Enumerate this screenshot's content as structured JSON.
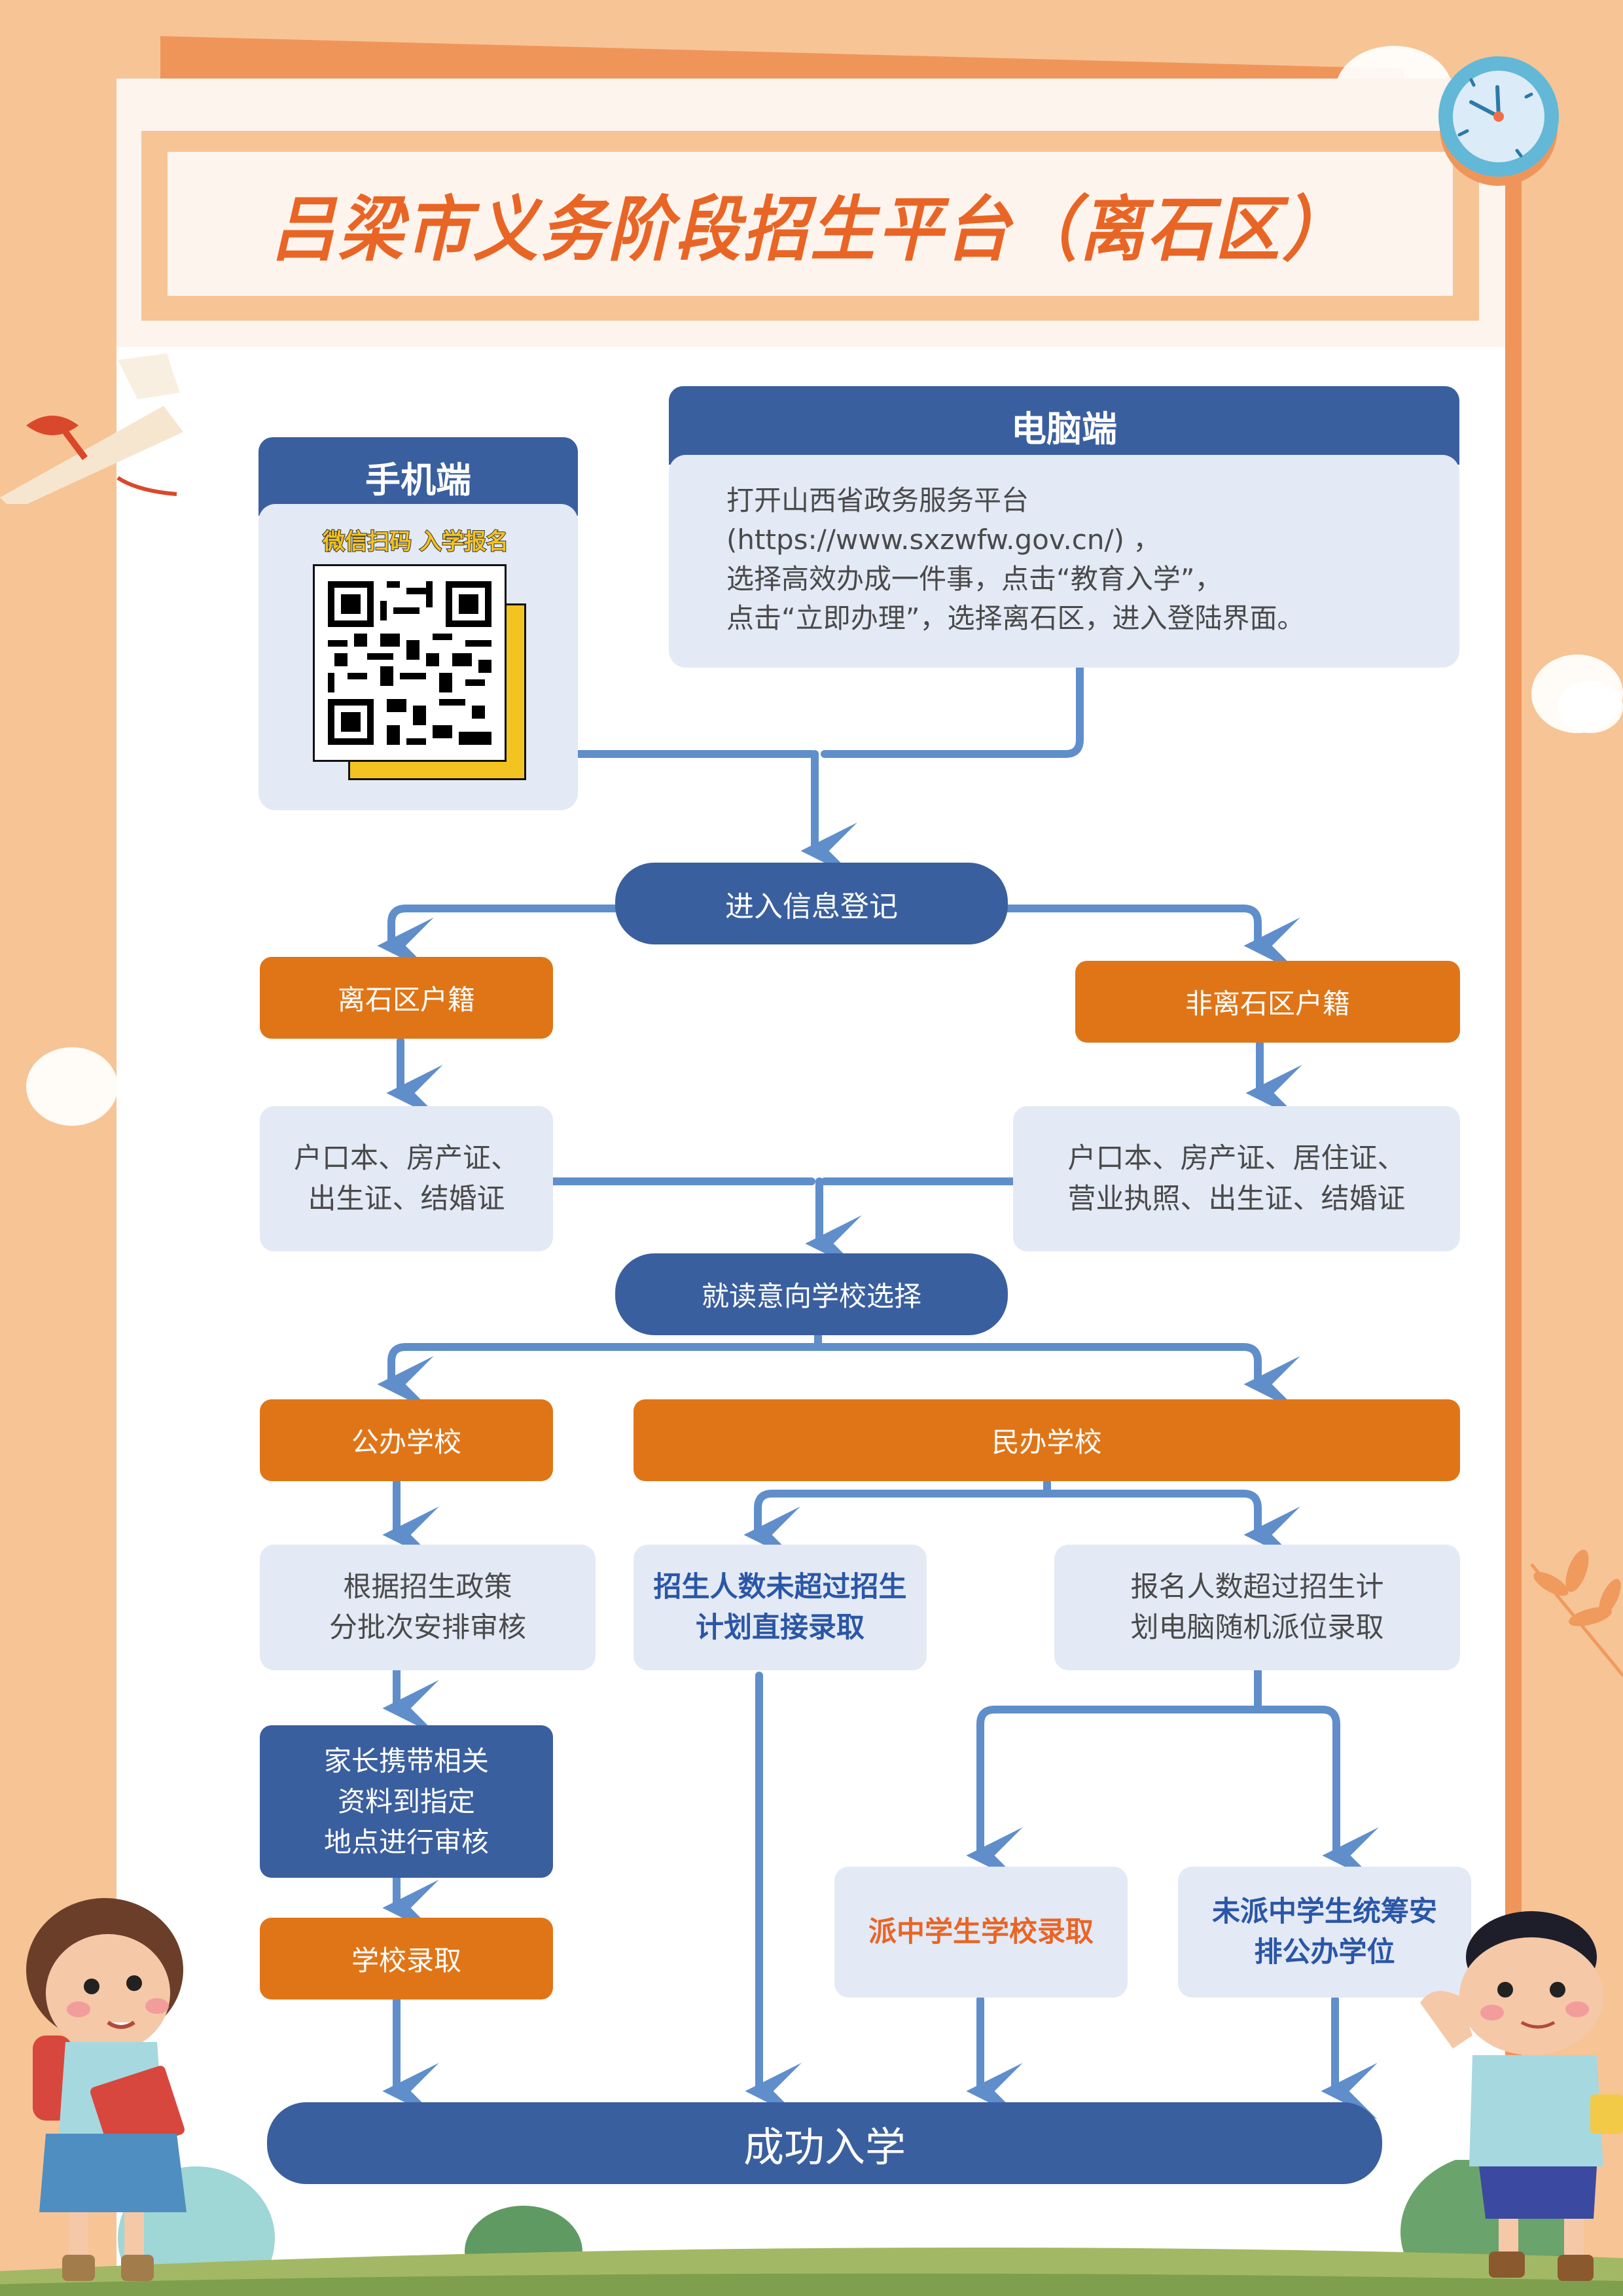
{
  "title": "吕梁市义务阶段招生平台（离石区）",
  "mobile": {
    "header": "手机端",
    "scan_label": "微信扫码  入学报名",
    "qr_icon": "qr-code-icon"
  },
  "desktop": {
    "header": "电脑端",
    "lines": [
      "打开山西省政务服务平台",
      "(https://www.sxzwfw.gov.cn/) ，",
      "选择高效办成一件事，点击“教育入学”，",
      "点击“立即办理”，选择离石区，进入登陆界面。"
    ]
  },
  "flow": {
    "register": "进入信息登记",
    "local_hukou": "离石区户籍",
    "nonlocal_hukou": "非离石区户籍",
    "local_docs": [
      "户口本、房产证、",
      "出生证、结婚证"
    ],
    "nonlocal_docs": [
      "户口本、房产证、居住证、",
      "营业执照、出生证、结婚证"
    ],
    "school_choice": "就读意向学校选择",
    "public_school": "公办学校",
    "private_school": "民办学校",
    "public_review": [
      "根据招生政策",
      "分批次安排审核"
    ],
    "private_under": [
      "招生人数未超过招生",
      "计划直接录取"
    ],
    "private_over": [
      "报名人数超过招生计",
      "划电脑随机派位录取"
    ],
    "parent_review": [
      "家长携带相关",
      "资料到指定",
      "地点进行审核"
    ],
    "school_admit": "学校录取",
    "lottery_admit": "派中学生学校录取",
    "lottery_unassigned": [
      "未派中学生统筹安",
      "排公办学位"
    ],
    "success": "成功入学"
  },
  "colors": {
    "navy": "#3a5f9f",
    "orange": "#e07517",
    "light_box": "#e3e9f5",
    "connector": "#5f8ecb",
    "title_orange": "#e96525",
    "background": "#f7c496"
  },
  "decorations": [
    "clock-icon",
    "diploma-scroll-icon",
    "girl-student-illustration",
    "boy-student-illustration",
    "leaf-branch-icon",
    "cloud-icon"
  ]
}
